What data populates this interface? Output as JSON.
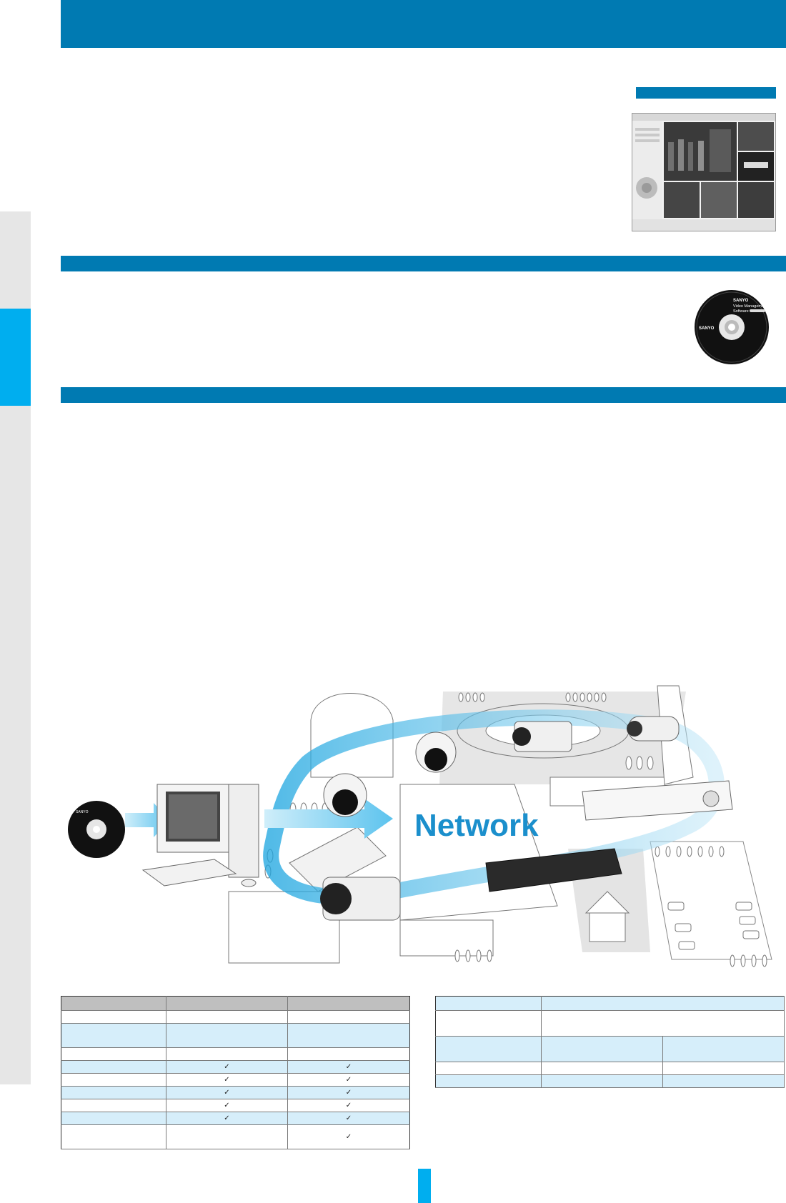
{
  "brand": {
    "primary": "#007ab2",
    "accent": "#00aeef",
    "rail": "#e6e6e6",
    "table_highlight": "#d6eefa"
  },
  "cd_label": {
    "brand": "SANYO",
    "line1": "Video Management",
    "line2": "Software"
  },
  "diagram": {
    "network_label": "Network"
  },
  "feature_table": {
    "check": "✓",
    "rows": [
      {
        "c2": "",
        "c3": ""
      },
      {
        "c2": "",
        "c3": ""
      },
      {
        "c2": "",
        "c3": ""
      },
      {
        "c2": "✓",
        "c3": "✓"
      },
      {
        "c2": "✓",
        "c3": "✓"
      },
      {
        "c2": "✓",
        "c3": "✓"
      },
      {
        "c2": "✓",
        "c3": "✓"
      },
      {
        "c2": "✓",
        "c3": "✓"
      },
      {
        "c2": "",
        "c3": "✓"
      }
    ]
  }
}
